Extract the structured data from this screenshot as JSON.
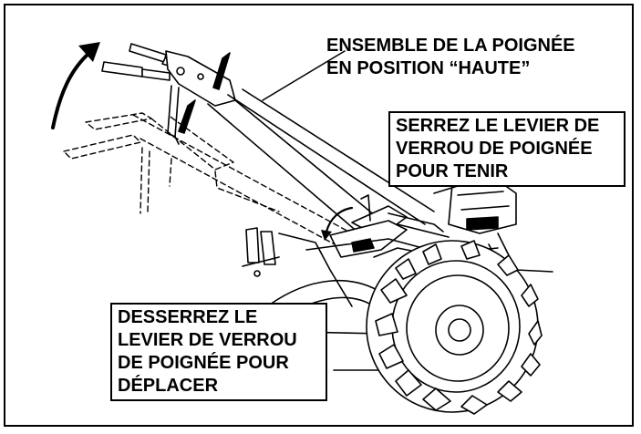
{
  "callouts": {
    "handle_up": {
      "line1": "ENSEMBLE DE LA POIGNÉE",
      "line2": "EN POSITION “HAUTE”"
    },
    "tighten": {
      "line1": "SERREZ LE LEVIER DE",
      "line2": "VERROU DE POIGNÉE",
      "line3": "POUR TENIR"
    },
    "loosen": {
      "line1": "DESSERREZ LE",
      "line2": "LEVIER DE VERROU",
      "line3": "DE POIGNÉE POUR",
      "line4": "DÉPLACER"
    }
  },
  "colors": {
    "ink": "#000000",
    "paper": "#ffffff"
  },
  "icons": {
    "rotation_arrow_large": "curved-arrow-up-icon",
    "rotation_arrow_small": "curved-arrow-down-icon"
  }
}
